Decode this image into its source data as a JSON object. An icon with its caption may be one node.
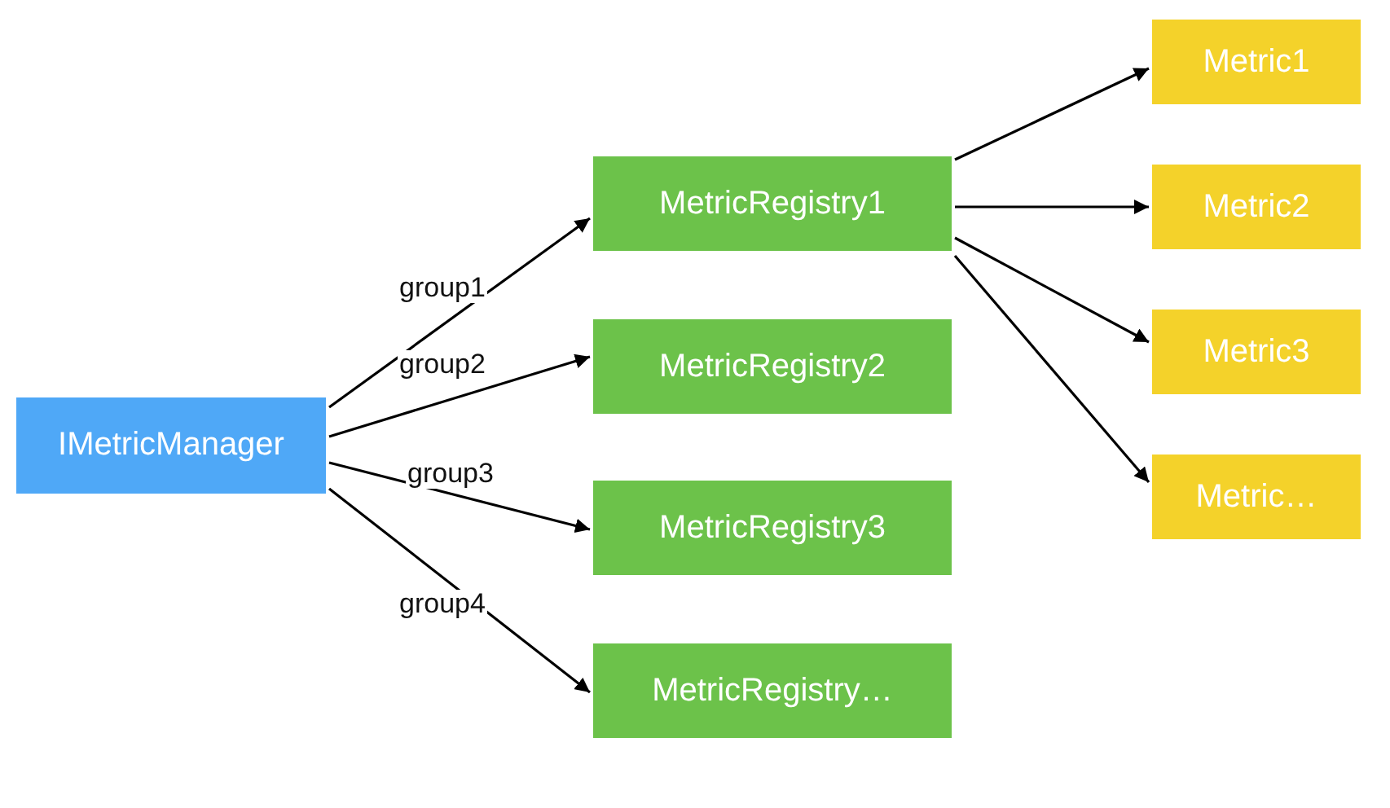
{
  "diagram": {
    "nodes": [
      {
        "text": [
          "IMetricManager"
        ]
      },
      {
        "text": [
          "MetricRegistry1"
        ]
      },
      {
        "text": [
          "MetricRegistry2"
        ]
      },
      {
        "text": [
          "MetricRegistry3"
        ]
      },
      {
        "text": [
          "MetricRegistry…"
        ]
      },
      {
        "text": [
          "Metric1"
        ]
      },
      {
        "text": [
          "Metric2"
        ]
      },
      {
        "text": [
          "Metric3"
        ]
      },
      {
        "text": [
          "Metric…"
        ]
      }
    ],
    "edges": [
      {
        "from": 0,
        "to": 1,
        "arrow": "to",
        "label": "group1"
      },
      {
        "from": 0,
        "to": 2,
        "arrow": "to",
        "label": "group2"
      },
      {
        "from": 0,
        "to": 3,
        "arrow": "to",
        "label": "group3"
      },
      {
        "from": 0,
        "to": 4,
        "arrow": "to",
        "label": "group4"
      },
      {
        "from": 1,
        "to": 5,
        "arrow": "to"
      },
      {
        "from": 1,
        "to": 6,
        "arrow": "to"
      },
      {
        "from": 1,
        "to": 7,
        "arrow": "to"
      },
      {
        "from": 1,
        "to": 8,
        "arrow": "to"
      }
    ]
  }
}
